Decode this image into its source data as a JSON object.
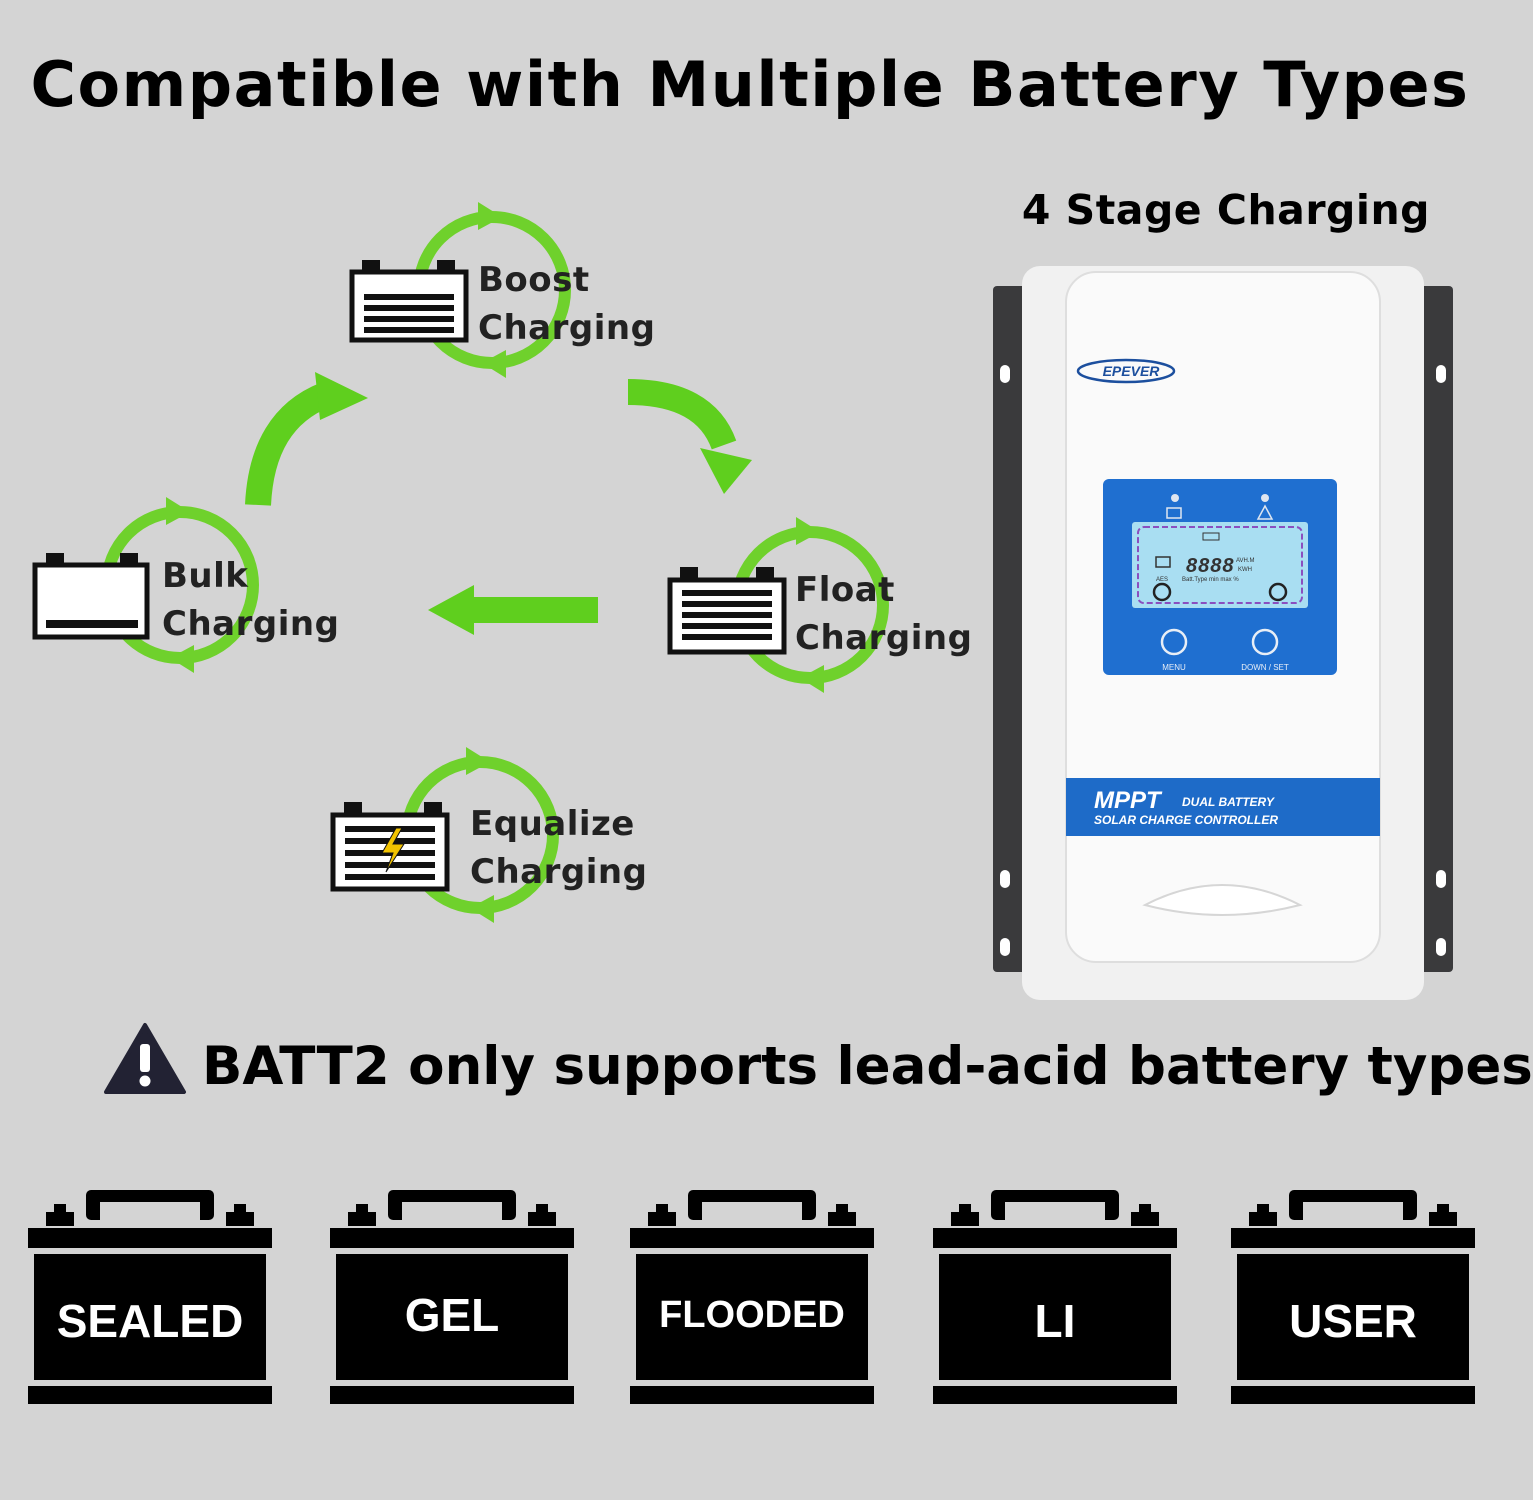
{
  "title": "Compatible with Multiple Battery Types",
  "stage_heading": "4 Stage Charging",
  "stages": [
    {
      "line1": "Boost",
      "line2": "Charging",
      "icon": "battery-full-icon"
    },
    {
      "line1": "Float",
      "line2": "Charging",
      "icon": "battery-full-icon"
    },
    {
      "line1": "Bulk",
      "line2": "Charging",
      "icon": "battery-low-icon"
    },
    {
      "line1": "Equalize",
      "line2": "Charging",
      "icon": "battery-bolt-icon"
    }
  ],
  "device": {
    "brand": "EPEVER",
    "lcd_digits": "8888",
    "lcd_units_top": "AVH.M",
    "lcd_units_bottom": "KWH",
    "lcd_type_line": "Batt.Type min max %",
    "lcd_aes": "AES",
    "button_left": "MENU",
    "button_right": "DOWN / SET",
    "label_big": "MPPT",
    "label_small": "DUAL BATTERY",
    "label_line2": "SOLAR CHARGE CONTROLLER"
  },
  "warning": {
    "icon": "warning-triangle-icon",
    "text": "BATT2 only supports lead-acid battery types"
  },
  "battery_types": [
    "SEALED",
    "GEL",
    "FLOODED",
    "LI",
    "USER"
  ],
  "colors": {
    "background": "#d4d4d4",
    "arrow_green": "#5fcf1e",
    "ring_green": "#6fd12c",
    "panel_blue": "#1f6fd0",
    "lcd_blue": "#a9def2",
    "lcd_border": "#8a4fbf",
    "bolt_yellow": "#f2c300"
  }
}
